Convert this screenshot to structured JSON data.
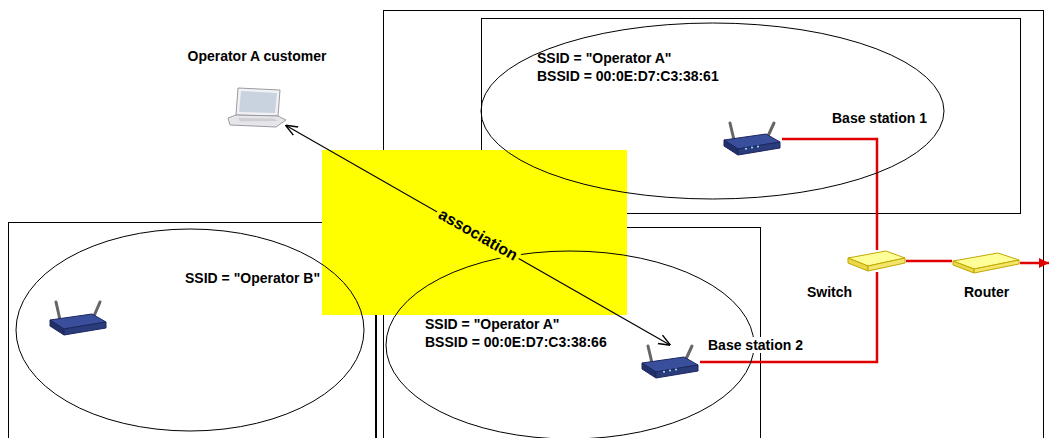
{
  "diagram": {
    "nodes": [
      {
        "text": [
          "Operator A customer"
        ]
      },
      {
        "text": [
          "SSID = \"Operator A\"",
          "BSSID = 00:0E:D7:C3:38:61"
        ]
      },
      {
        "text": [
          "Base station 1"
        ],
        "in": 1
      },
      {
        "text": [
          "SSID = \"Operator B\""
        ]
      },
      {
        "text": [
          "SSID = \"Operator A\"",
          "BSSID = 00:0E:D7:C3:38:66"
        ]
      },
      {
        "text": [
          "Base station 2"
        ],
        "in": 4
      },
      {
        "text": [
          "Switch"
        ]
      },
      {
        "text": [
          "Router"
        ]
      }
    ],
    "edges": [
      {
        "from": 0,
        "to": 5,
        "arrow": "both",
        "label": "association"
      },
      {
        "from": 2,
        "to": 6,
        "arrow": "none"
      },
      {
        "from": 5,
        "to": 6,
        "arrow": "none"
      },
      {
        "from": 6,
        "to": 7,
        "arrow": "none"
      }
    ]
  }
}
